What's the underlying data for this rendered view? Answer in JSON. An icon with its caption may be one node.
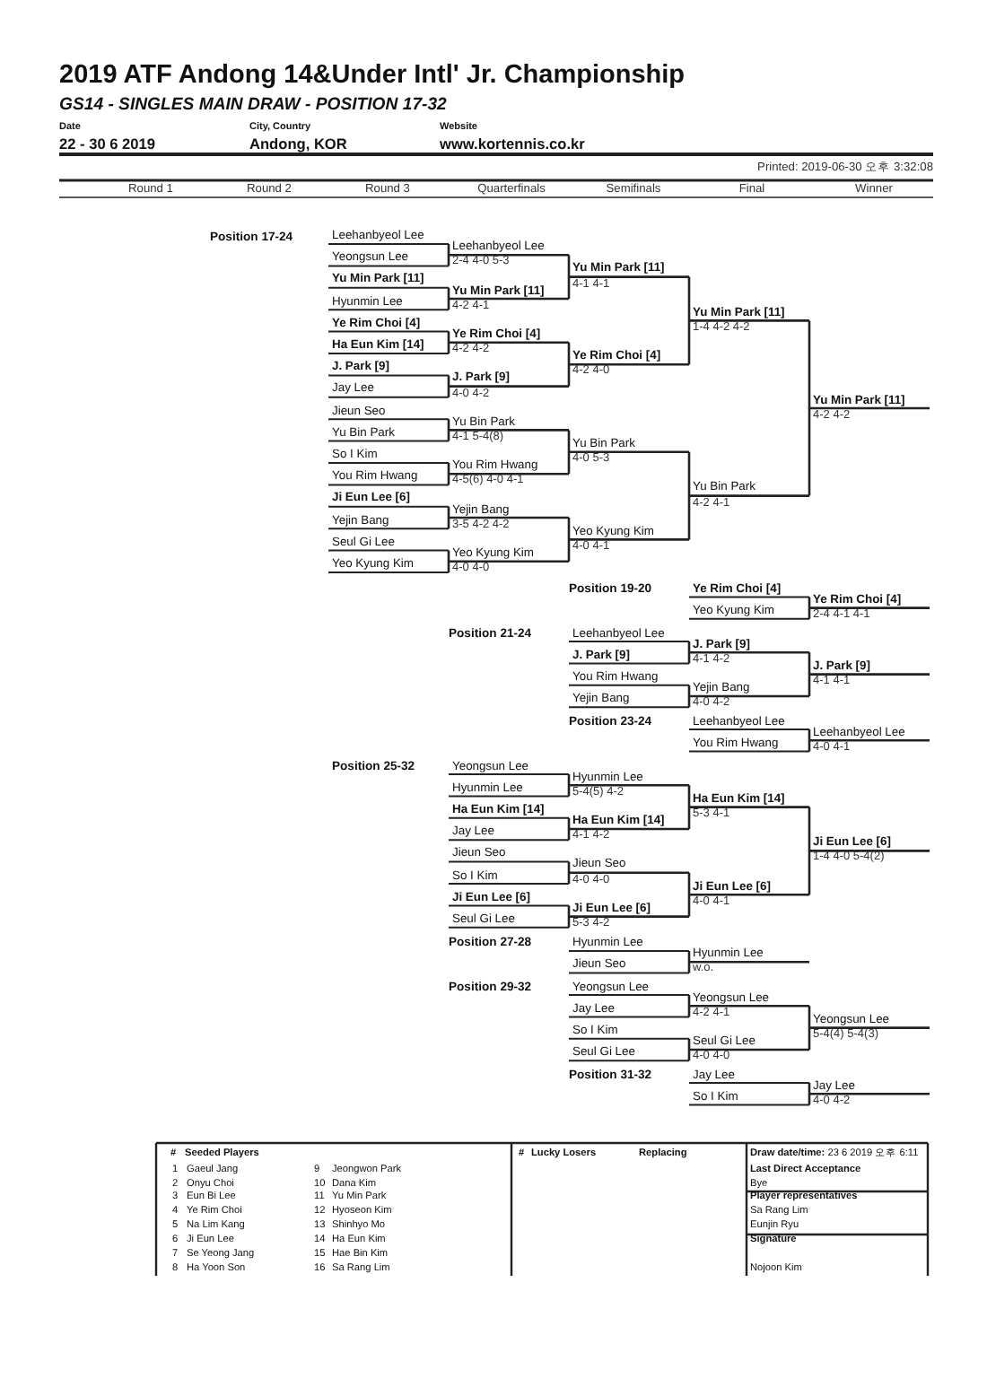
{
  "diagram": {
    "title": "2019 ATF Andong 14&Under Intl' Jr. Championship",
    "labels": [
      "GS14 - SINGLES MAIN DRAW - POSITION 17-32",
      "Date",
      "22 - 30 6 2019",
      "City, Country",
      "Andong, KOR",
      "Website",
      "www.kortennis.co.kr",
      "Printed: 2019-06-30 오후 3:32:08",
      "Round 1",
      "Round 2",
      "Round 3",
      "Quarterfinals",
      "Semifinals",
      "Final",
      "Winner",
      "Position 17-24",
      "Leehanbyeol Lee",
      "Yeongsun Lee",
      "Yu Min Park [11]",
      "Hyunmin Lee",
      "Ye Rim Choi [4]",
      "Ha Eun Kim [14]",
      "J. Park [9]",
      "Jay Lee",
      "Jieun Seo",
      "Yu Bin Park",
      "So I Kim",
      "You Rim Hwang",
      "Ji Eun Lee [6]",
      "Yejin Bang",
      "Seul Gi Lee",
      "Yeo Kyung Kim",
      "Leehanbyeol Lee",
      "2-4 4-0 5-3",
      "Yu Min Park [11]",
      "4-2 4-1",
      "Ye Rim Choi [4]",
      "4-2 4-2",
      "J. Park [9]",
      "4-0 4-2",
      "Yu Bin Park",
      "4-1 5-4(8)",
      "You Rim Hwang",
      "4-5(6) 4-0 4-1",
      "Yejin Bang",
      "3-5 4-2 4-2",
      "Yeo Kyung Kim",
      "4-0 4-0",
      "Yu Min Park [11]",
      "4-1 4-1",
      "Ye Rim Choi [4]",
      "4-2 4-0",
      "Yu Bin Park",
      "4-0 5-3",
      "Yeo Kyung Kim",
      "4-0 4-1",
      "Yu Min Park [11]",
      "1-4 4-2 4-2",
      "Yu Bin Park",
      "4-2 4-1",
      "Yu Min Park [11]",
      "4-2 4-2",
      "Position 19-20",
      "Ye Rim Choi [4]",
      "Yeo Kyung Kim",
      "Ye Rim Choi [4]",
      "2-4 4-1 4-1",
      "Position 21-24",
      "Leehanbyeol Lee",
      "J. Park [9]",
      "You Rim Hwang",
      "Yejin Bang",
      "J. Park [9]",
      "4-1 4-2",
      "Yejin Bang",
      "4-0 4-2",
      "J. Park [9]",
      "4-1 4-1",
      "Position 23-24",
      "Leehanbyeol Lee",
      "You Rim Hwang",
      "Leehanbyeol Lee",
      "4-0 4-1",
      "Position 25-32",
      "Yeongsun Lee",
      "Hyunmin Lee",
      "Ha Eun Kim [14]",
      "Jay Lee",
      "Jieun Seo",
      "So I Kim",
      "Ji Eun Lee [6]",
      "Seul Gi Lee",
      "Hyunmin Lee",
      "5-4(5) 4-2",
      "Ha Eun Kim [14]",
      "4-1 4-2",
      "Jieun Seo",
      "4-0 4-0",
      "Ji Eun Lee [6]",
      "5-3 4-2",
      "Ha Eun Kim [14]",
      "5-3 4-1",
      "Ji Eun Lee [6]",
      "4-0 4-1",
      "Ji Eun Lee [6]",
      "1-4 4-0 5-4(2)",
      "Position 27-28",
      "Hyunmin Lee",
      "Jieun Seo",
      "Hyunmin Lee",
      "w.o.",
      "Position 29-32",
      "Yeongsun Lee",
      "Jay Lee",
      "So I Kim",
      "Seul Gi Lee",
      "Yeongsun Lee",
      "4-2 4-1",
      "Seul Gi Lee",
      "4-0 4-0",
      "Yeongsun Lee",
      "5-4(4) 5-4(3)",
      "Position 31-32",
      "Jay Lee",
      "So I Kim",
      "Jay Lee",
      "4-0 4-2",
      "#",
      "Seeded Players",
      "#",
      "Lucky Losers",
      "Replacing",
      "**Draw date/time:** 23 6 2019 오후 6:11",
      "1",
      "Gaeul Jang",
      "2",
      "Onyu Choi",
      "3",
      "Eun Bi Lee",
      "4",
      "Ye Rim Choi",
      "5",
      "Na Lim Kang",
      "6",
      "Ji Eun Lee",
      "7",
      "Se Yeong Jang",
      "8",
      "Ha Yoon Son",
      "9",
      "Jeongwon Park",
      "10",
      "Dana Kim",
      "11",
      "Yu Min Park",
      "12",
      "Hyoseon Kim",
      "13",
      "Shinhyo Mo",
      "14",
      "Ha Eun Kim",
      "15",
      "Hae Bin Kim",
      "16",
      "Sa Rang Lim",
      "Last Direct Acceptance",
      "Bye",
      "Player representatives",
      "Sa Rang Lim",
      "Eunjin Ryu",
      "Signature",
      "Nojoon Kim"
    ]
  }
}
